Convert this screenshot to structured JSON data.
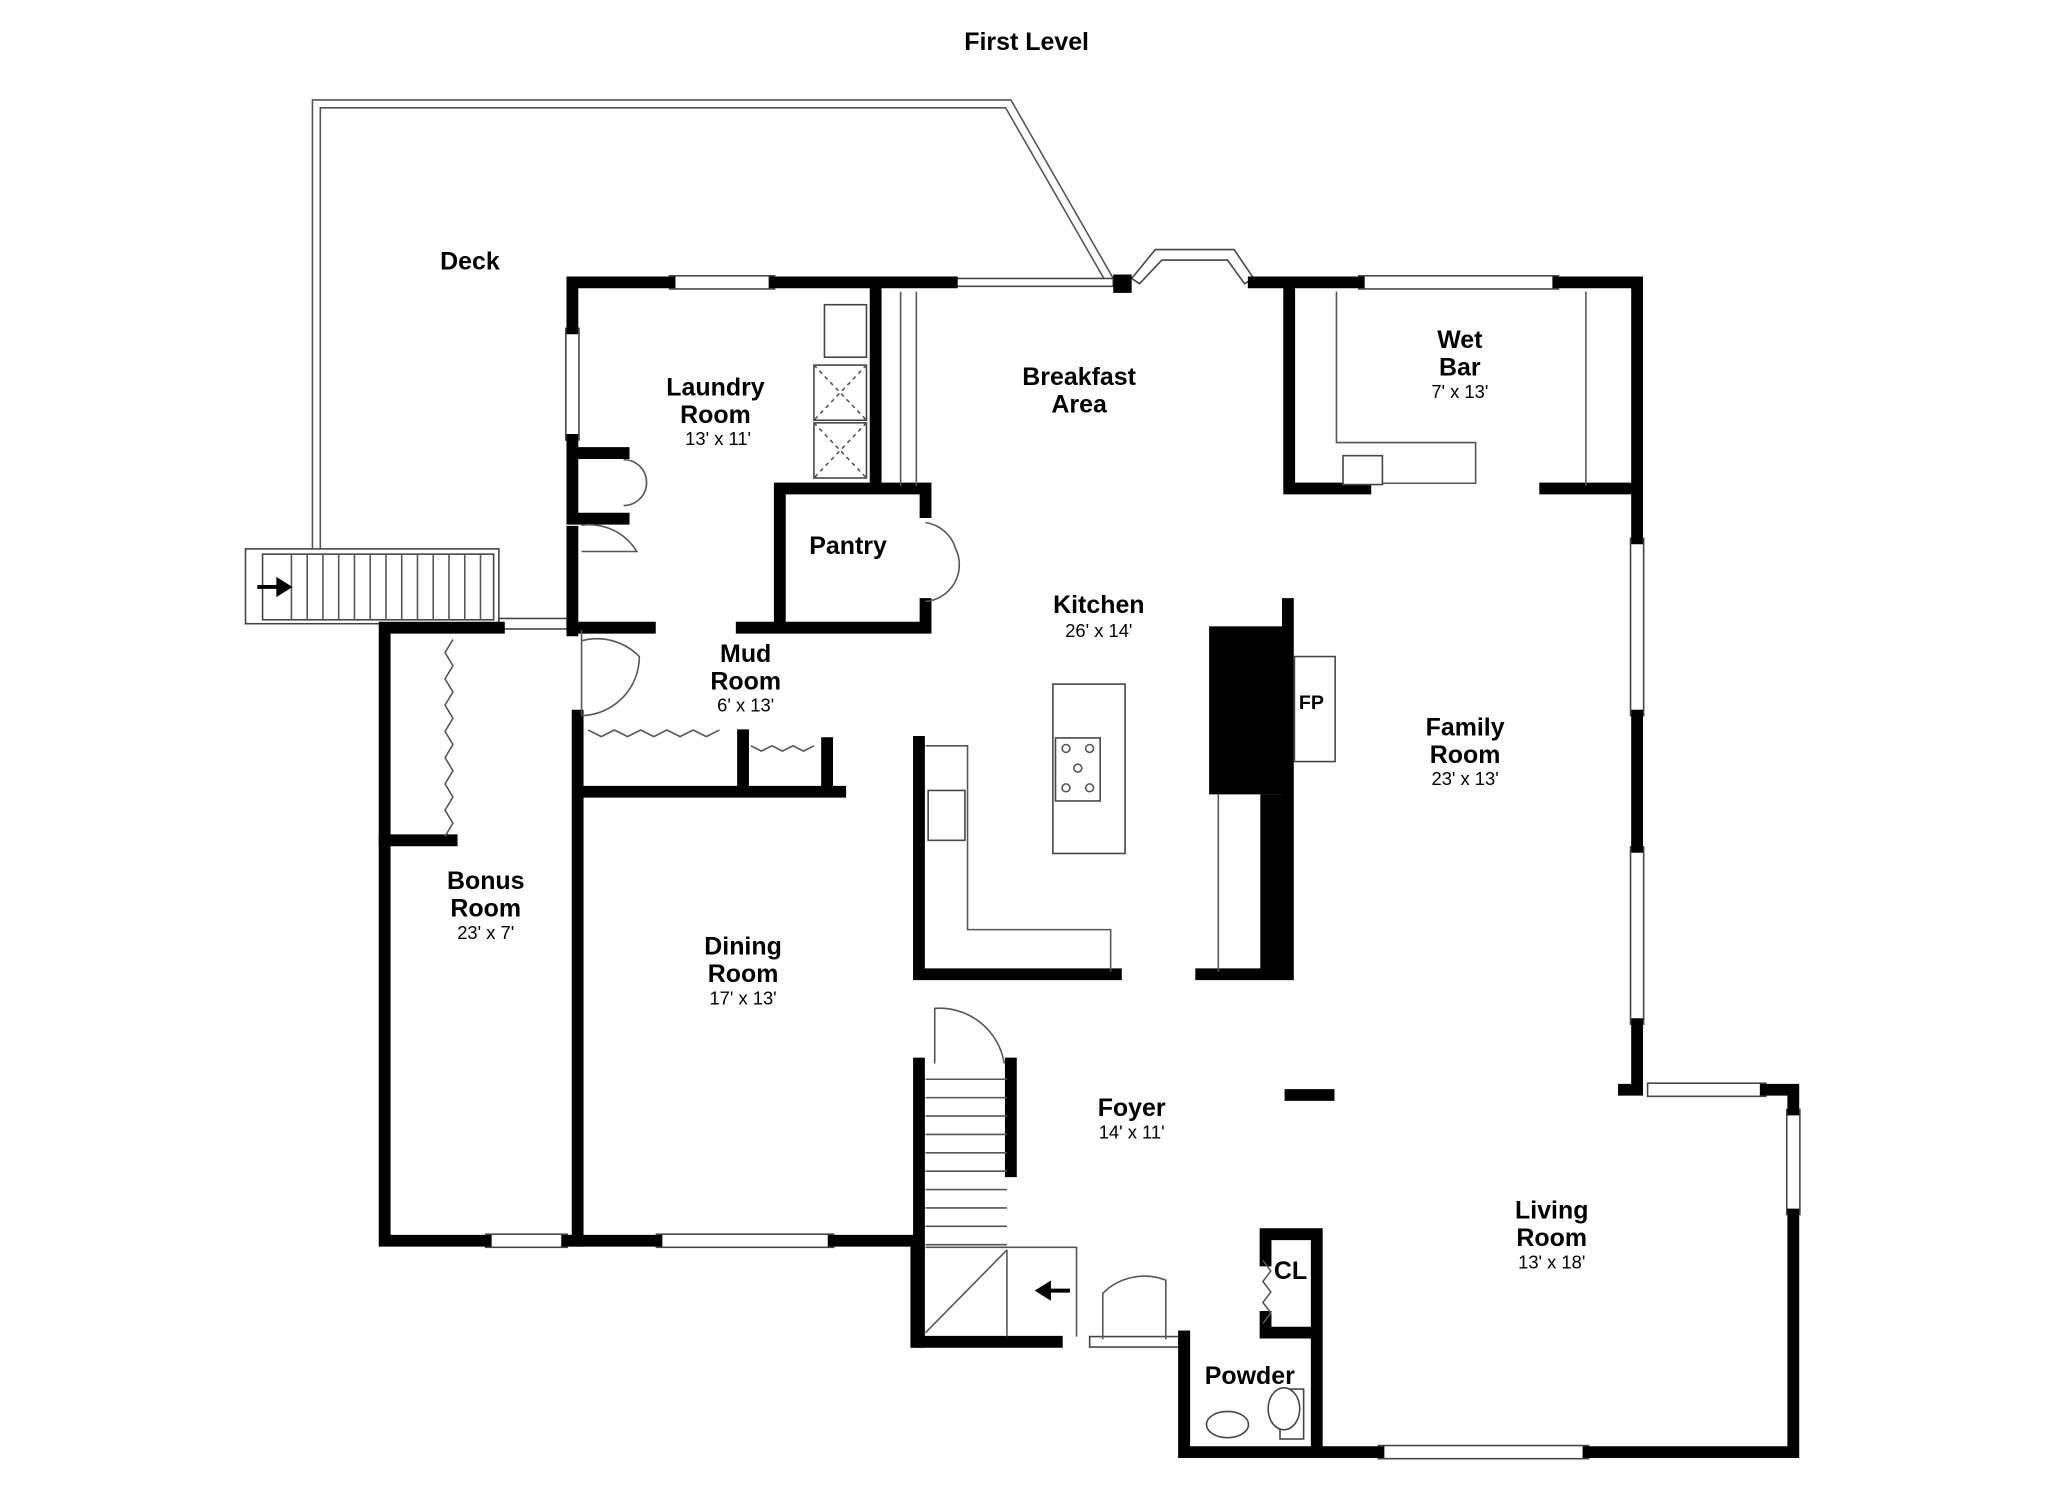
{
  "title": "First Level",
  "rooms": [
    {
      "name": "Deck",
      "dims": ""
    },
    {
      "name": "Laundry Room",
      "line1": "Laundry",
      "line2": "Room",
      "dims": "13' x 11'"
    },
    {
      "name": "Breakfast Area",
      "line1": "Breakfast",
      "line2": "Area",
      "dims": ""
    },
    {
      "name": "Wet Bar",
      "line1": "Wet",
      "line2": "Bar",
      "dims": "7' x 13'"
    },
    {
      "name": "Pantry",
      "dims": ""
    },
    {
      "name": "Kitchen",
      "dims": "26' x 14'"
    },
    {
      "name": "Mud Room",
      "line1": "Mud",
      "line2": "Room",
      "dims": "6' x 13'"
    },
    {
      "name": "Family Room",
      "line1": "Family",
      "line2": "Room",
      "dims": "23' x 13'"
    },
    {
      "name": "Bonus Room",
      "line1": "Bonus",
      "line2": "Room",
      "dims": "23' x 7'"
    },
    {
      "name": "Dining Room",
      "line1": "Dining",
      "line2": "Room",
      "dims": "17' x 13'"
    },
    {
      "name": "Foyer",
      "dims": "14' x 11'"
    },
    {
      "name": "Living Room",
      "line1": "Living",
      "line2": "Room",
      "dims": "13' x 18'"
    },
    {
      "name": "CL",
      "dims": ""
    },
    {
      "name": "Powder",
      "dims": ""
    }
  ],
  "fireplace_label": "FP"
}
